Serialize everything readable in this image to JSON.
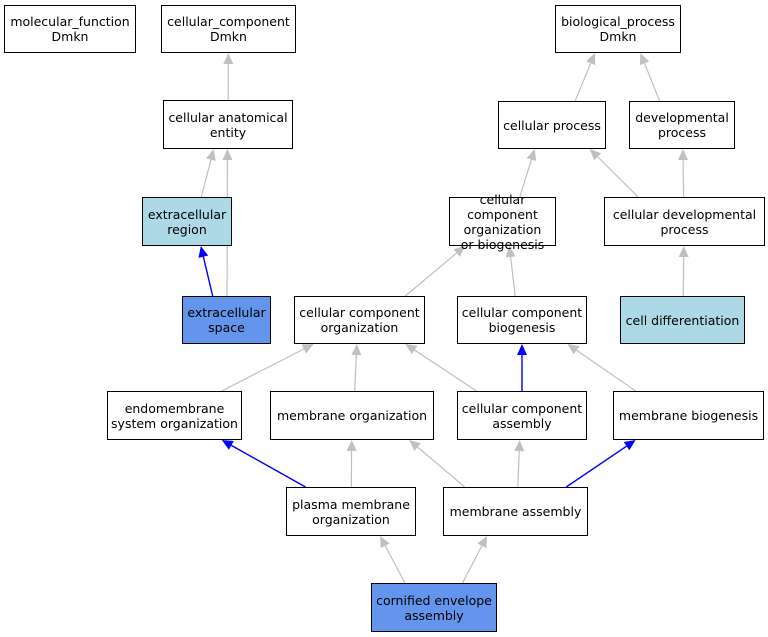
{
  "colors": {
    "edge_gray": "#c0c0c0",
    "edge_blue": "#0000ff",
    "node_light": "#add8e6",
    "node_highlight": "#6495ed"
  },
  "nodes": {
    "mf": {
      "label": "molecular_function\nDmkn",
      "style": "plain"
    },
    "cc": {
      "label": "cellular_component\nDmkn",
      "style": "plain"
    },
    "bp": {
      "label": "biological_process\nDmkn",
      "style": "plain"
    },
    "cae": {
      "label": "cellular anatomical\nentity",
      "style": "plain"
    },
    "cp": {
      "label": "cellular process",
      "style": "plain"
    },
    "dp": {
      "label": "developmental\nprocess",
      "style": "plain"
    },
    "er": {
      "label": "extracellular\nregion",
      "style": "light"
    },
    "ccob": {
      "label": "cellular component\norganization\nor biogenesis",
      "style": "plain"
    },
    "cdp": {
      "label": "cellular developmental\nprocess",
      "style": "plain"
    },
    "es": {
      "label": "extracellular\nspace",
      "style": "highlight"
    },
    "cco": {
      "label": "cellular component\norganization",
      "style": "plain"
    },
    "ccb": {
      "label": "cellular component\nbiogenesis",
      "style": "plain"
    },
    "cd": {
      "label": "cell differentiation",
      "style": "light"
    },
    "eso": {
      "label": "endomembrane\nsystem organization",
      "style": "plain"
    },
    "mo": {
      "label": "membrane organization",
      "style": "plain"
    },
    "cca": {
      "label": "cellular component\nassembly",
      "style": "plain"
    },
    "mb": {
      "label": "membrane biogenesis",
      "style": "plain"
    },
    "pmo": {
      "label": "plasma membrane\norganization",
      "style": "plain"
    },
    "ma": {
      "label": "membrane assembly",
      "style": "plain"
    },
    "cea": {
      "label": "cornified envelope\nassembly",
      "style": "highlight"
    }
  },
  "edges": [
    {
      "from": "cae",
      "to": "cc",
      "color": "gray"
    },
    {
      "from": "cp",
      "to": "bp",
      "color": "gray"
    },
    {
      "from": "dp",
      "to": "bp",
      "color": "gray"
    },
    {
      "from": "er",
      "to": "cae",
      "color": "gray"
    },
    {
      "from": "es",
      "to": "cae",
      "color": "gray"
    },
    {
      "from": "es",
      "to": "er",
      "color": "blue"
    },
    {
      "from": "ccob",
      "to": "cp",
      "color": "gray"
    },
    {
      "from": "cdp",
      "to": "cp",
      "color": "gray"
    },
    {
      "from": "cdp",
      "to": "dp",
      "color": "gray"
    },
    {
      "from": "cco",
      "to": "ccob",
      "color": "gray"
    },
    {
      "from": "ccb",
      "to": "ccob",
      "color": "gray"
    },
    {
      "from": "cd",
      "to": "cdp",
      "color": "gray"
    },
    {
      "from": "eso",
      "to": "cco",
      "color": "gray"
    },
    {
      "from": "mo",
      "to": "cco",
      "color": "gray"
    },
    {
      "from": "cca",
      "to": "cco",
      "color": "gray"
    },
    {
      "from": "cca",
      "to": "ccb",
      "color": "blue"
    },
    {
      "from": "mb",
      "to": "ccb",
      "color": "gray"
    },
    {
      "from": "pmo",
      "to": "eso",
      "color": "blue"
    },
    {
      "from": "pmo",
      "to": "mo",
      "color": "gray"
    },
    {
      "from": "ma",
      "to": "mo",
      "color": "gray"
    },
    {
      "from": "ma",
      "to": "cca",
      "color": "gray"
    },
    {
      "from": "ma",
      "to": "mb",
      "color": "blue"
    },
    {
      "from": "cea",
      "to": "pmo",
      "color": "gray"
    },
    {
      "from": "cea",
      "to": "ma",
      "color": "gray"
    }
  ]
}
